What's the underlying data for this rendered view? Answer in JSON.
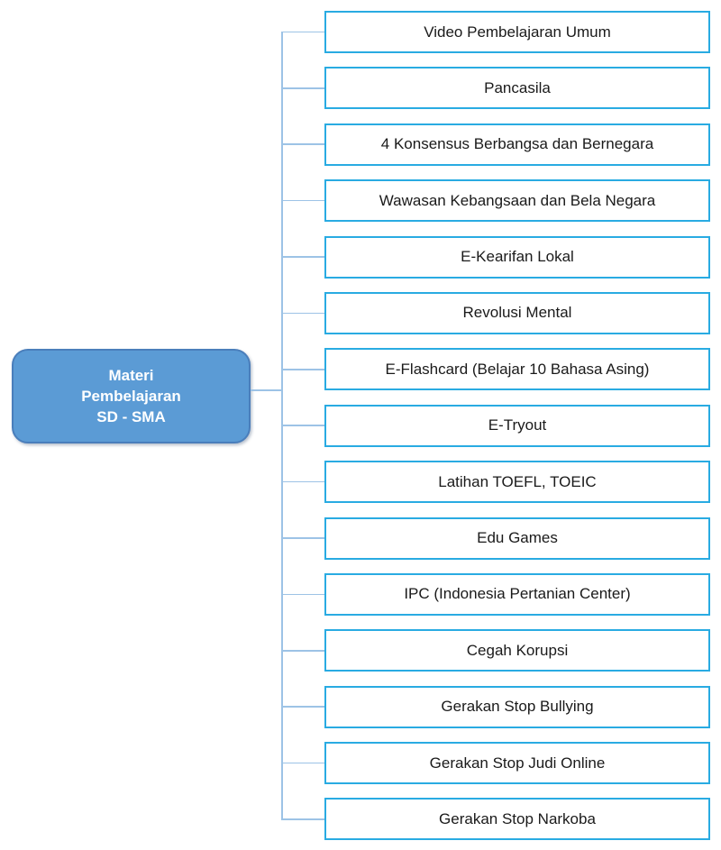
{
  "diagram": {
    "title": "Materi Pembelajaran SD - SMA mind map",
    "root": {
      "label": "Materi Pembelajaran SD - SMA",
      "lines": [
        "Materi",
        "Pembelajaran",
        "SD - SMA"
      ]
    },
    "children": [
      "Video Pembelajaran Umum",
      "Pancasila",
      "4 Konsensus Berbangsa dan Bernegara",
      "Wawasan Kebangsaan dan Bela Negara",
      "E-Kearifan Lokal",
      "Revolusi Mental",
      "E-Flashcard (Belajar 10 Bahasa Asing)",
      "E-Tryout",
      "Latihan TOEFL, TOEIC",
      "Edu Games",
      "IPC (Indonesia Pertanian Center)",
      "Cegah Korupsi",
      "Gerakan Stop Bullying",
      "Gerakan Stop Judi Online",
      "Gerakan Stop Narkoba"
    ],
    "colors": {
      "root_fill": "#5b9bd5",
      "root_border": "#4a7ebb",
      "root_text": "#ffffff",
      "child_border": "#29abe2",
      "child_text": "#1a1a1a",
      "connector": "#9dc3e6"
    }
  }
}
